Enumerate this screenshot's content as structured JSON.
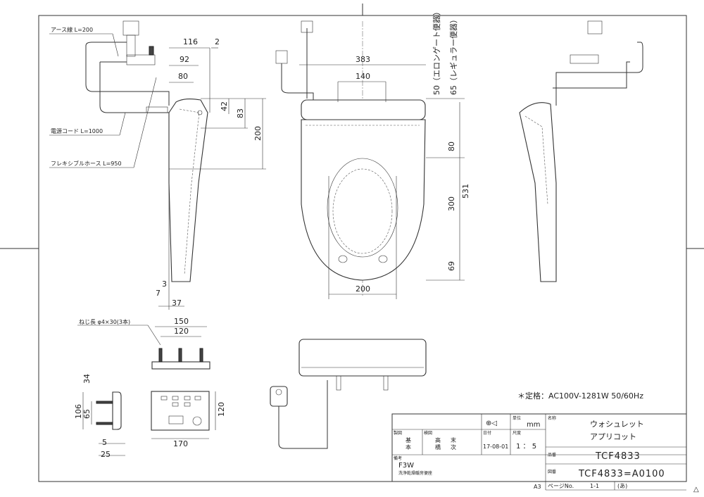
{
  "sheet": {
    "size": "A3"
  },
  "labels": {
    "earth_wire": "アース線 L=200",
    "power_cord": "電源コード L=1000",
    "flex_hose": "フレキシブルホース L=950",
    "screw": "ねじ長 φ4×30(3本)",
    "elongated": "50（エロンゲート便器）",
    "regular": "65（レギュラー便器）",
    "rating": "＊定格：AC100V-1281W 50/60Hz"
  },
  "dims": {
    "side": {
      "d116": "116",
      "d2": "2",
      "d92": "92",
      "d80": "80",
      "d42": "42",
      "d83": "83",
      "d200": "200",
      "d3": "3",
      "d7": "7",
      "d37": "37"
    },
    "top": {
      "d383": "383",
      "d140": "140",
      "d80": "80",
      "d531": "531",
      "d300": "300",
      "d69": "69",
      "d200": "200"
    },
    "plate": {
      "d150": "150",
      "d120": "120"
    },
    "remote": {
      "d34": "34",
      "d106": "106",
      "d65": "65",
      "d5": "5",
      "d25": "25",
      "d170": "170",
      "d120": "120"
    }
  },
  "title_block": {
    "unit_label": "単位",
    "unit": "mm",
    "drafted_label": "製図",
    "drafted": [
      "基",
      "本"
    ],
    "checked_label": "検図",
    "checked": [
      "高",
      "橋",
      "末",
      "次"
    ],
    "date_label": "日付",
    "date": "17-08-01",
    "scale_label": "尺度",
    "scale": "1 ： 5",
    "name_label": "名称",
    "name1": "ウォシュレット",
    "name2": "アプリコット",
    "product_label": "品番",
    "product": "TCF4833",
    "drawing_label": "図番",
    "drawing": "TCF4833=A0100",
    "remarks_label": "備考",
    "remarks1": "F3W",
    "remarks2": "洗浄乾燥暖房便座",
    "sheet_size": "A3",
    "page_label": "ページNo.",
    "page": "1-1",
    "rev": "(あ)"
  }
}
